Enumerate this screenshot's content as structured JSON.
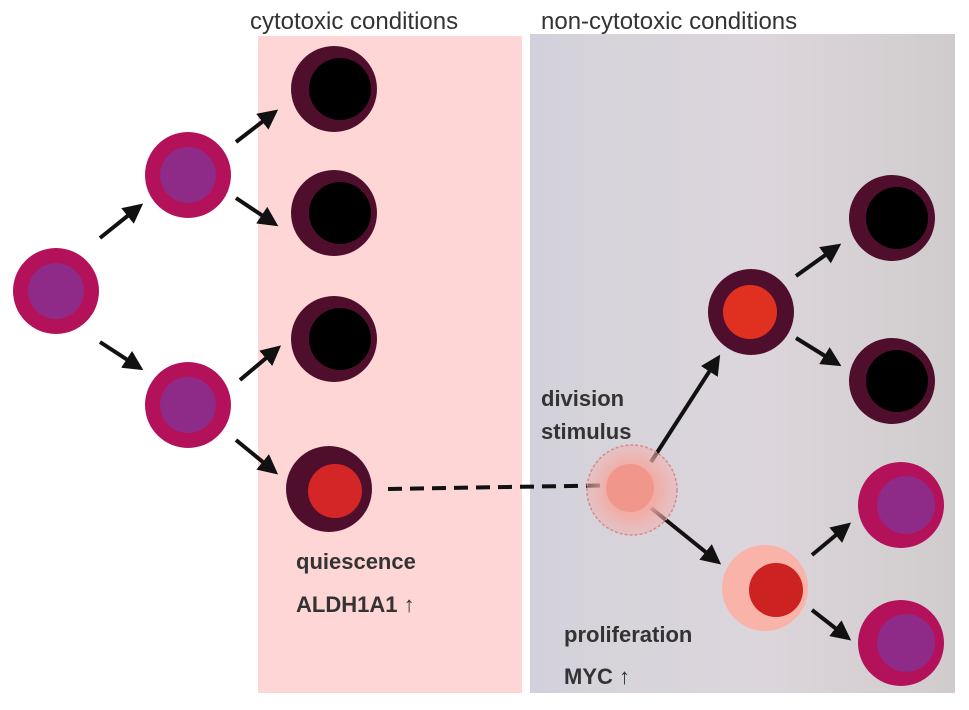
{
  "headers": {
    "cytotoxic": "cytotoxic conditions",
    "non_cytotoxic": "non-cytotoxic conditions"
  },
  "labels": {
    "quiescence": "quiescence",
    "aldh": "ALDH1A1 ↑",
    "division_1": "division",
    "division_2": "stimulus",
    "proliferation": "proliferation",
    "myc": "MYC ↑"
  },
  "colors": {
    "cytotoxic_zone": "#ffd6d6",
    "non_cytotoxic_zone": "#d6d3da",
    "cell_proliferating_outer": "#b3125a",
    "cell_proliferating_inner": "#8e2a87",
    "cell_dead_outer": "#4f0f2c",
    "cell_dead_inner": "#000000",
    "cell_quiescent_outer": "#4f0f2c",
    "cell_quiescent_inner": "#d42626",
    "cell_stimulated_outer": "#fab3a8",
    "cell_stimulated_inner": "#cc2222",
    "arrow": "#111111"
  }
}
